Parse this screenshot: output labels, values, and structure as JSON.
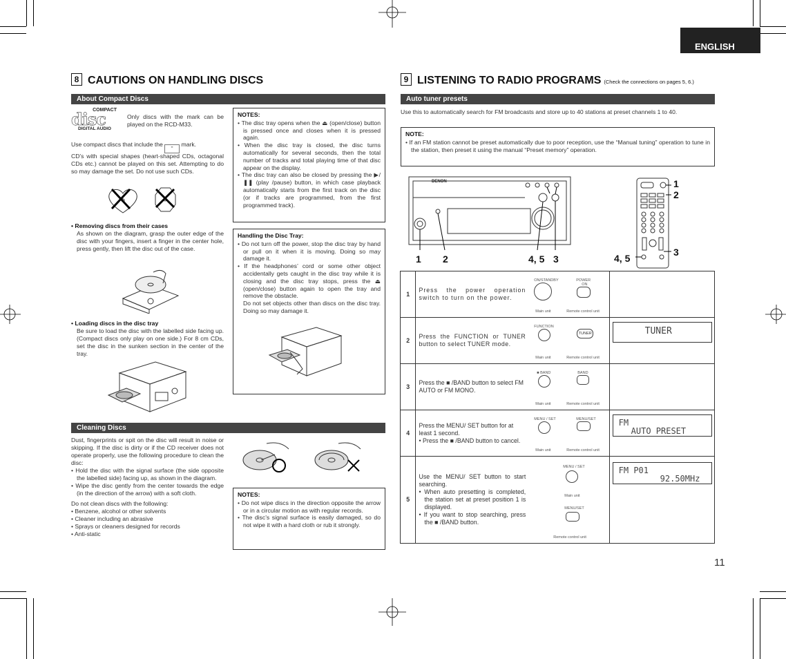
{
  "language_tab": "ENGLISH",
  "page_number": "11",
  "left": {
    "section_num": "8",
    "section_title": "CAUTIONS ON HANDLING DISCS",
    "about_bar": "About Compact Discs",
    "logo_compact": "COMPACT",
    "logo_disc": "disc",
    "logo_digital": "DIGITAL AUDIO",
    "only_discs": "Only discs with the mark can be played on the RCD-M33.",
    "use_cds": "Use compact discs that include the",
    "mark_word": "mark.",
    "special_shapes": "CD’s with special shapes (heart-shaped CDs, octagonal CDs etc.) cannot be played on this set. Attempting to do so may damage the set. Do not use such CDs.",
    "removing_title": "Removing discs from their cases",
    "removing_text": "As shown on the diagram, grasp the outer edge of the disc with your fingers, insert a finger in the center hole, press gently, then lift the disc out of the case.",
    "loading_title": "Loading discs in the disc tray",
    "loading_text": "Be sure to load the disc with the labelled side facing up. (Compact discs only play on one side.) For 8 cm CDs, set the disc in the sunken section in the center of the tray.",
    "notes1_title": "NOTES:",
    "notes1": [
      "The disc tray opens when the ⏏ (open/close) button is pressed once and closes when it is pressed again.",
      "When the disc tray is closed, the disc turns automatically for several seconds, then the total number of tracks and total playing time of that disc appear on the display.",
      "The disc tray can also be closed by pressing the ▶/❚❚ (play /pause) button, in which case playback automatically starts from the first track on the disc (or if tracks are programmed, from the first programmed track)."
    ],
    "handling_title": "Handling the Disc Tray:",
    "handling": [
      "Do not turn off the power, stop the disc tray by hand or pull on it when it is moving. Doing so may damage it.",
      "If the headphones’ cord or some other object accidentally gets caught in the disc tray while it is closing and the disc tray stops, press the ⏏ (open/close) button again to open the tray and remove the obstacle."
    ],
    "handling_extra": "Do not set objects other than discs on the disc tray. Doing so may damage it.",
    "cleaning_bar": "Cleaning Discs",
    "cleaning_intro": "Dust, fingerprints or spit on the disc will result in noise or skipping. If the disc is dirty or if the CD receiver does not operate properly, use the following procedure to clean the disc:",
    "cleaning_list": [
      "Hold the disc with the signal surface (the side opposite the labelled side) facing up, as shown in the diagram.",
      "Wipe the disc gently from the center towards the edge (in the direction of the arrow) with a soft cloth."
    ],
    "do_not_clean": "Do not clean discs with the following:",
    "do_not_list": [
      "Benzene, alcohol or other solvents",
      "Cleaner including an abrasive",
      "Sprays or cleaners designed for records",
      "Anti-static"
    ],
    "notes2_title": "NOTES:",
    "notes2": [
      "Do not wipe discs in the direction opposite the arrow or in a circular motion as with regular records.",
      "The disc’s signal surface is easily damaged, so do not wipe it with a hard cloth or rub it strongly."
    ]
  },
  "right": {
    "section_num": "9",
    "section_title": "LISTENING TO RADIO PROGRAMS",
    "section_note": "(Check the connections on pages 5, 6.)",
    "auto_bar": "Auto tuner presets",
    "intro": "Use this to automatically search for FM broadcasts and store up to 40 stations at preset channels 1 to 40.",
    "note_title": "NOTE:",
    "note": "If an FM station cannot be preset automatically due to poor reception, use the “Manual tuning” operation to tune in the station, then preset it using the manual “Preset memory” operation.",
    "brand": "DENON",
    "callouts_unit": [
      "1",
      "2",
      "4, 5",
      "3"
    ],
    "callouts_remote": [
      "1",
      "2",
      "4, 5",
      "3"
    ],
    "steps": [
      {
        "num": "1",
        "desc": "Press the power operation switch to turn on the power.",
        "main_label": "ON/STANDBY",
        "remote_label": "POWER",
        "remote_sub": "ON",
        "lcd1": "",
        "lcd2": ""
      },
      {
        "num": "2",
        "desc": "Press the FUNCTION or TUNER button to select TUNER mode.",
        "main_label": "FUNCTION",
        "remote_label": "TUNER",
        "remote_sub": "",
        "lcd1": "TUNER",
        "lcd2": ""
      },
      {
        "num": "3",
        "desc": "Press the ■ /BAND button to select FM AUTO or FM MONO.",
        "main_label": "■ BAND",
        "remote_label": "BAND",
        "remote_sub": "",
        "lcd1": "",
        "lcd2": ""
      },
      {
        "num": "4",
        "desc": "Press the MENU/ SET button for at least 1 second.",
        "desc_bullet": "Press the ■ /BAND button to cancel.",
        "main_label": "MENU / SET",
        "remote_label": "MENU/SET",
        "remote_sub": "",
        "lcd1": "FM",
        "lcd2": "AUTO PRESET"
      },
      {
        "num": "5",
        "desc": "Use the MENU/ SET button to start searching.",
        "desc_bullets": [
          "When auto presetting is completed, the station set at preset position 1 is displayed.",
          "If you want to stop searching, press the ■ /BAND button."
        ],
        "main_label": "MENU / SET",
        "remote_label": "MENU/SET",
        "remote_sub": "",
        "lcd1": "FM P01",
        "lcd2": "92.50MHz"
      }
    ],
    "main_unit": "Main unit",
    "remote_unit": "Remote control unit"
  },
  "colors": {
    "bar": "#444444",
    "text": "#333333",
    "tab": "#222222"
  }
}
